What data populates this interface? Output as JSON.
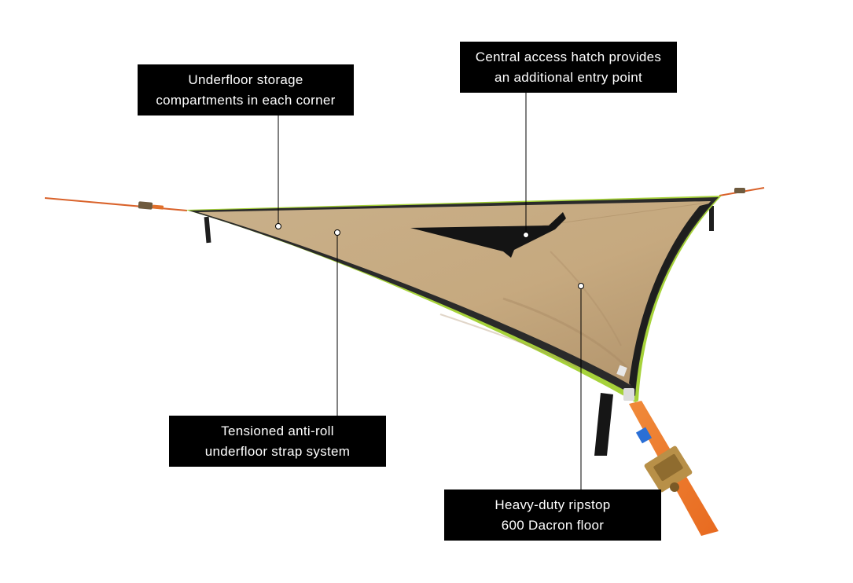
{
  "callouts": {
    "storage": {
      "line1": "Underfloor storage",
      "line2": "compartments in each corner"
    },
    "hatch": {
      "line1": "Central access hatch provides",
      "line2": "an additional entry point"
    },
    "strap": {
      "line1": "Tensioned anti-roll",
      "line2": "underfloor strap system"
    },
    "floor": {
      "line1": "Heavy-duty ripstop",
      "line2": "600 Dacron  floor"
    }
  },
  "colors": {
    "fabric": "#c9ad84",
    "fabric_shadow": "#a88a63",
    "edge_dark": "#2a2a2a",
    "edge_trim": "#a6d23a",
    "strap": "#f07a2d",
    "ratchet": "#b89048",
    "hatch": "#141414",
    "callout_bg": "#000000",
    "callout_text": "#ffffff"
  },
  "icons": {
    "hatch": "hatch-icon",
    "ratchet": "ratchet-buckle-icon"
  }
}
